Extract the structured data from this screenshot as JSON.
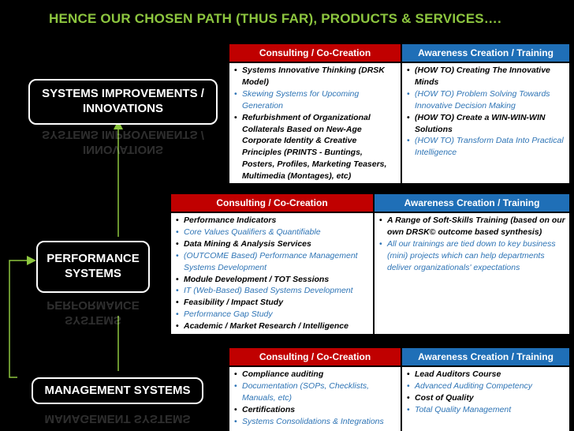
{
  "title": "HENCE OUR CHOSEN PATH (THUS FAR), PRODUCTS & SERVICES….",
  "colors": {
    "title": "#8dc63f",
    "consulting_header": "#c00000",
    "training_header": "#1f6fb7",
    "arrow": "#8dc63f",
    "link_text": "#2e74b5"
  },
  "levels": [
    {
      "label_line1": "SYSTEMS IMPROVEMENTS /",
      "label_line2": "INNOVATIONS",
      "consulting_header": "Consulting / Co-Creation",
      "training_header": "Awareness Creation / Training",
      "consulting_items": [
        {
          "text": "Systems Innovative Thinking (DRSK Model)",
          "style": "blk"
        },
        {
          "text": "Skewing Systems for Upcoming Generation",
          "style": "blu"
        },
        {
          "text": "Refurbishment of  Organizational Collaterals Based on New-Age Corporate Identity & Creative Principles (PRINTS - Buntings, Posters, Profiles, Marketing Teasers, Multimedia (Montages), etc)",
          "style": "blk"
        }
      ],
      "training_items": [
        {
          "text": "(HOW TO) Creating The Innovative Minds",
          "style": "blk"
        },
        {
          "text": "(HOW TO) Problem Solving Towards Innovative Decision Making",
          "style": "blu"
        },
        {
          "text": "(HOW TO) Create a WIN-WIN-WIN Solutions",
          "style": "blk"
        },
        {
          "text": "(HOW TO) Transform Data Into Practical Intelligence",
          "style": "blu"
        }
      ]
    },
    {
      "label_line1": "PERFORMANCE",
      "label_line2": "SYSTEMS",
      "consulting_header": "Consulting / Co-Creation",
      "training_header": "Awareness Creation / Training",
      "consulting_items": [
        {
          "text": "Performance Indicators",
          "style": "blk"
        },
        {
          "text": "Core Values Qualifiers & Quantifiable",
          "style": "blu"
        },
        {
          "text": "Data Mining & Analysis Services",
          "style": "blk"
        },
        {
          "text": "(OUTCOME Based) Performance Management Systems Development",
          "style": "blu"
        },
        {
          "text": "Module Development / TOT Sessions",
          "style": "blk"
        },
        {
          "text": "IT (Web-Based) Based Systems Development",
          "style": "blu"
        },
        {
          "text": "Feasibility / Impact Study",
          "style": "blk"
        },
        {
          "text": "Performance Gap Study",
          "style": "blu"
        },
        {
          "text": "Academic / Market Research / Intelligence",
          "style": "blk"
        }
      ],
      "training_items": [
        {
          "text": "A Range of Soft-Skills Training (based on our own DRSK© outcome based synthesis)",
          "style": "blk"
        },
        {
          "text": "All our trainings are tied down to key business (mini) projects which can help departments deliver organizationals' expectations",
          "style": "blu"
        }
      ]
    },
    {
      "label_line1": "MANAGEMENT SYSTEMS",
      "label_line2": "",
      "consulting_header": "Consulting / Co-Creation",
      "training_header": "Awareness Creation / Training",
      "consulting_items": [
        {
          "text": "Compliance auditing",
          "style": "blk"
        },
        {
          "text": "Documentation (SOPs, Checklists, Manuals, etc)",
          "style": "blu"
        },
        {
          "text": "Certifications",
          "style": "blk"
        },
        {
          "text": "Systems Consolidations & Integrations",
          "style": "blu"
        }
      ],
      "training_items": [
        {
          "text": "Lead Auditors Course",
          "style": "blk"
        },
        {
          "text": "Advanced Auditing Competency",
          "style": "blu"
        },
        {
          "text": "Cost of Quality",
          "style": "blk"
        },
        {
          "text": "Total Quality Management",
          "style": "blu"
        }
      ]
    }
  ]
}
